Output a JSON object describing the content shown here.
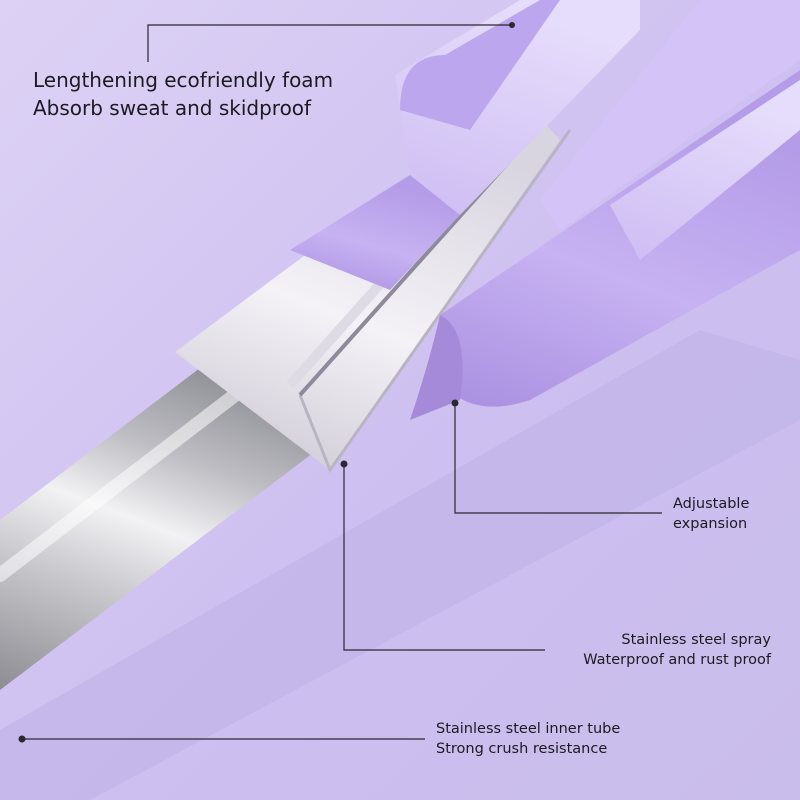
{
  "scene": {
    "subject": "product-closeup-foam-handle-on-steel-tube",
    "colors": {
      "background": "#d6caf0",
      "foam_purple": "#b9a0e8",
      "foam_purple_light": "#d9c9f7",
      "white_sleeve": "#ebe8f0",
      "steel": "#b8b8bd",
      "line": "#2a2830"
    }
  },
  "callouts": {
    "foam": {
      "line1": "Lengthening ecofriendly foam",
      "line2": "Absorb sweat and skidproof"
    },
    "adjustable": {
      "line1": "Adjustable",
      "line2": "expansion"
    },
    "spray": {
      "line1": "Stainless steel spray",
      "line2": "Waterproof and rust proof"
    },
    "inner_tube": {
      "line1": "Stainless steel inner tube",
      "line2": "Strong crush resistance"
    }
  }
}
